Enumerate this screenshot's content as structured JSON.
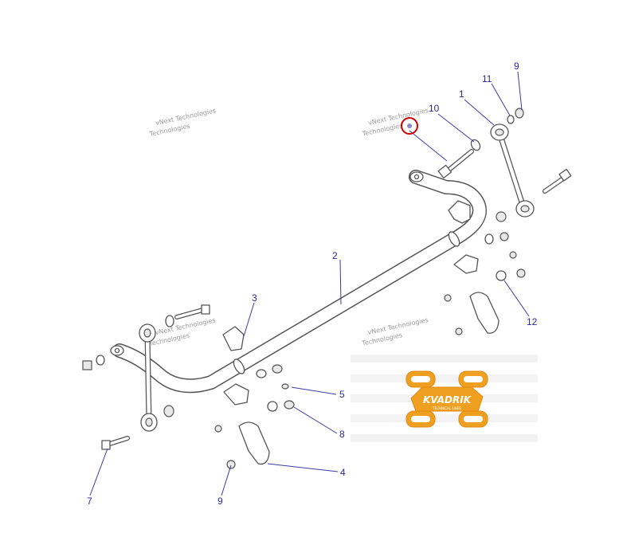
{
  "callouts": {
    "c1": "1",
    "c2": "2",
    "c3": "3",
    "c4": "4",
    "c5": "5",
    "c7": "7",
    "c8": "8",
    "c9a": "9",
    "c9b": "9",
    "c10": "10",
    "c11": "11",
    "c12": "12"
  },
  "watermarks": {
    "line1": "vNext Technologies",
    "line2": "Technologies"
  },
  "logo": {
    "name": "KVADRIK",
    "tagline": "TECHNICAL LINES"
  },
  "colors": {
    "callout": "#2a2a9a",
    "highlight": "#cc0000",
    "logo": "#f0a020"
  }
}
